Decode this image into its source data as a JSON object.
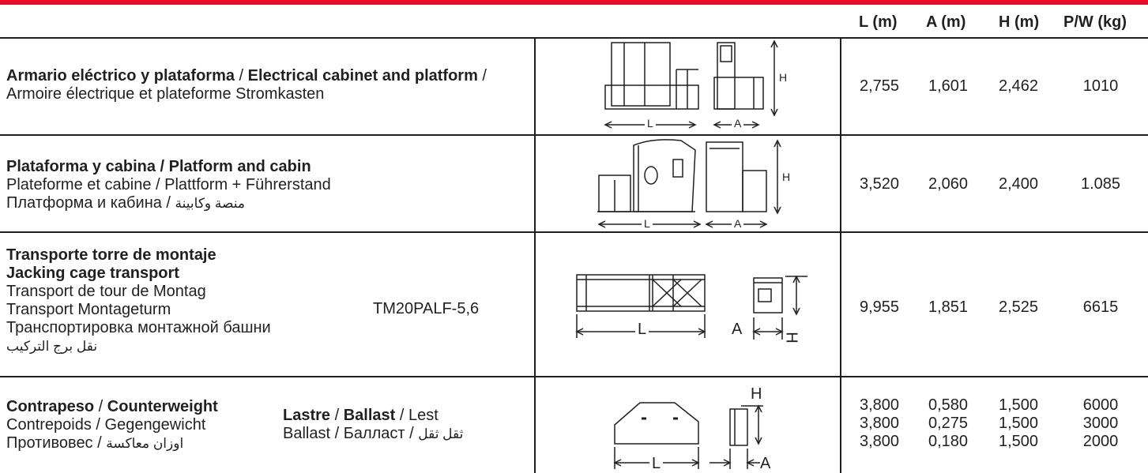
{
  "brand": {
    "accent": "#e30d2c",
    "line": "#231f20"
  },
  "header": {
    "l": "L (m)",
    "a": "A (m)",
    "h": "H (m)",
    "w": "P/W (kg)"
  },
  "rows": [
    {
      "title_es": "Armario eléctrico y plataforma",
      "sep1": " / ",
      "title_en": "Electrical cabinet and platform",
      "sep2": " / ",
      "rest": "Armoire électrique et plateforme Stromkasten",
      "diagram": {
        "l": "L",
        "a": "A",
        "h": "H"
      },
      "l": "2,755",
      "a": "1,601",
      "h": "2,462",
      "w": "1010"
    },
    {
      "title_es": "Plataforma y cabina",
      "sep": " / ",
      "title_en": "Platform and cabin",
      "line2": "Plateforme et cabine / Plattform + Führerstand",
      "line3_ru": "Платформа и кабина",
      "line3_sep": " / ",
      "line3_ar": "منصة وكابينة",
      "diagram": {
        "l": "L",
        "a": "A",
        "h": "H"
      },
      "l": "3,520",
      "a": "2,060",
      "h": "2,400",
      "w": "1.085"
    },
    {
      "line1": "Transporte torre de montaje",
      "line2": "Jacking cage transport",
      "line3": "Transport de tour de Montag",
      "line4": "Transport Montageturm",
      "line5": "Транспортировка монтажной башни",
      "line6": "نقل برج التركيب",
      "model": "TM20PALF-5,6",
      "diagram": {
        "l": "L",
        "a": "A",
        "h": "H"
      },
      "l": "9,955",
      "a": "1,851",
      "h": "2,525",
      "w": "6615"
    },
    {
      "title_es": "Contrapeso",
      "sep": " / ",
      "title_en": "Counterweight",
      "line2": "Contrepoids / Gegengewicht",
      "line3_ru": "Противовес",
      "line3_sep": " / ",
      "line3_ar": "اوزان معاكسة",
      "b_es": "Lastre",
      "b_sep1": " / ",
      "b_en": "Ballast",
      "b_sep2": " / ",
      "b_fr": "Lest",
      "b_line2_a": "Ballast / Балласт / ",
      "b_line2_ar": "ثقل ثقل",
      "diagram": {
        "l": "L",
        "a": "A",
        "h": "H"
      },
      "l": [
        "3,800",
        "3,800",
        "3,800"
      ],
      "a": [
        "0,580",
        "0,275",
        "0,180"
      ],
      "h": [
        "1,500",
        "1,500",
        "1,500"
      ],
      "w": [
        "6000",
        "3000",
        "2000"
      ]
    }
  ]
}
